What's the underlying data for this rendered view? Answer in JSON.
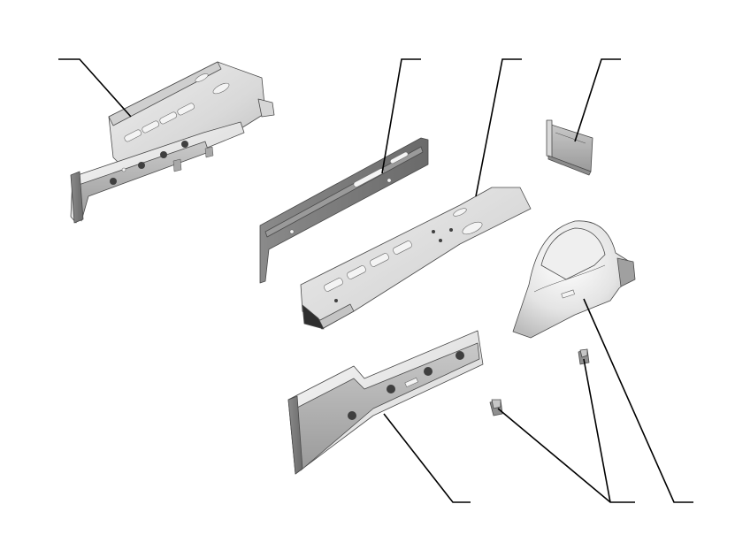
{
  "diagram": {
    "type": "exploded-parts-view",
    "colors": {
      "background": "#ffffff",
      "leader_line": "#000000",
      "part_light": "#e6e6e6",
      "part_mid": "#b4b4b4",
      "part_dark": "#7a7a7a"
    },
    "parts": [
      {
        "id": "rear-frame-rail-assembly"
      },
      {
        "id": "inner-reinforcement-panel"
      },
      {
        "id": "floor-pan-extension"
      },
      {
        "id": "small-gusset-plate"
      },
      {
        "id": "outer-side-member"
      },
      {
        "id": "mounting-clip",
        "count": 2
      },
      {
        "id": "rear-wheelhouse-panel"
      }
    ]
  }
}
